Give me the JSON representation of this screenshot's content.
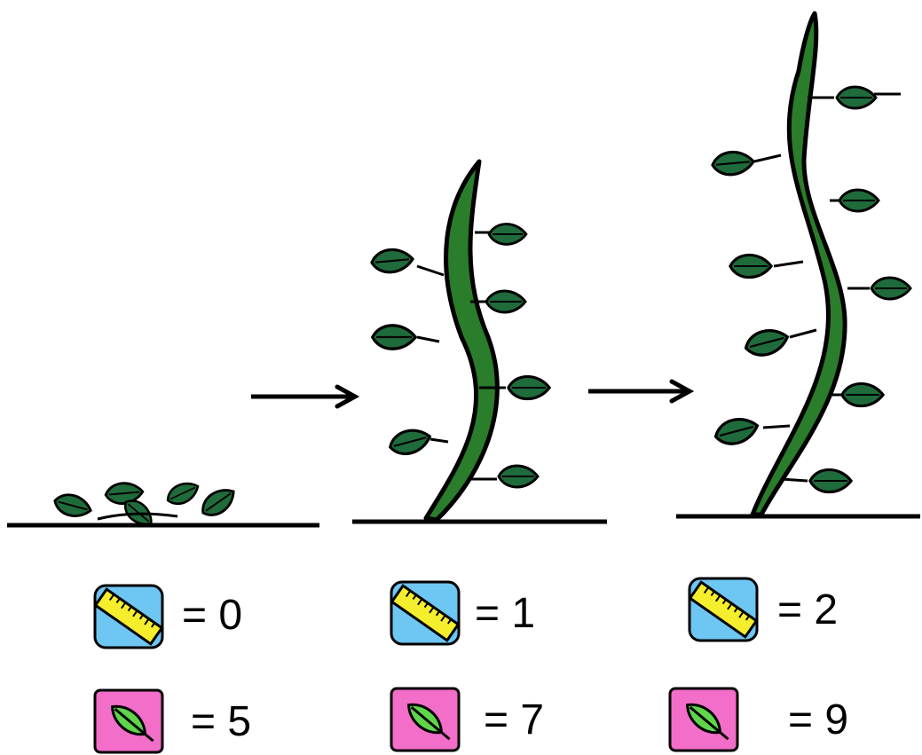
{
  "colors": {
    "leaf_fill": "#1f6b3b",
    "stem_fill": "#2a7d2a",
    "outline": "#000000",
    "ruler_badge_bg": "#6ec6f2",
    "ruler_fill": "#f5ee2c",
    "leaf_badge_bg": "#f26ec8",
    "leaf_badge_leaf": "#5fd64a"
  },
  "icons": {
    "height_icon": "ruler-icon",
    "leaves_icon": "leaf-icon",
    "arrow": "right-arrow-icon"
  },
  "stages": [
    {
      "id": "stage-1",
      "height_text": "= 0",
      "height_value": 0,
      "leaves_text": "= 5",
      "leaves_value": 5
    },
    {
      "id": "stage-2",
      "height_text": "= 1",
      "height_value": 1,
      "leaves_text": "= 7",
      "leaves_value": 7
    },
    {
      "id": "stage-3",
      "height_text": "= 2",
      "height_value": 2,
      "leaves_text": "= 9",
      "leaves_value": 9
    }
  ]
}
